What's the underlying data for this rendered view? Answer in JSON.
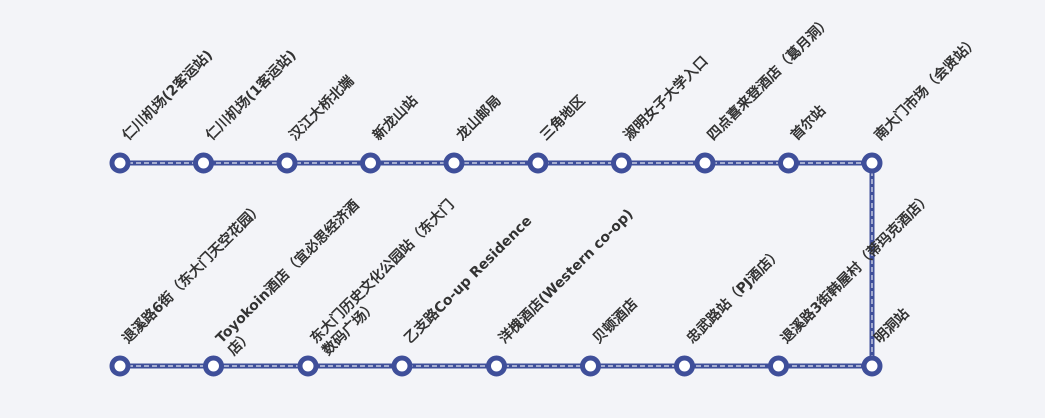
{
  "route": {
    "line_color": "#3f4f9a",
    "label_color": "#333333",
    "background": "#f3f4f8"
  },
  "top_row": [
    {
      "name": [
        "仁川机场(2客运站)"
      ]
    },
    {
      "name": [
        "仁川机场(1客运站)"
      ]
    },
    {
      "name": [
        "汉江大桥北端"
      ]
    },
    {
      "name": [
        "新龙山站"
      ]
    },
    {
      "name": [
        "龙山邮局"
      ]
    },
    {
      "name": [
        "三角地区"
      ]
    },
    {
      "name": [
        "淑明女子大学入口"
      ]
    },
    {
      "name": [
        "四点喜来登酒店（葛月洞）"
      ]
    },
    {
      "name": [
        "首尔站"
      ]
    },
    {
      "name": [
        "南大门市场（会贤站）"
      ]
    }
  ],
  "bottom_row": [
    {
      "name": [
        "退溪路6街（东大门天空花园）"
      ]
    },
    {
      "name": [
        "Toyokoin酒店（宜必思经济酒",
        "店）"
      ]
    },
    {
      "name": [
        "东大门历史文化公园站（东大门",
        "数码广场）"
      ]
    },
    {
      "name": [
        "乙支路Co-up Residence"
      ]
    },
    {
      "name": [
        "洋槐酒店(Western co-op)"
      ]
    },
    {
      "name": [
        "贝顿酒店"
      ]
    },
    {
      "name": [
        "忠武路站（PJ酒店）"
      ]
    },
    {
      "name": [
        "退溪路3街韩屋村（蒂玛克酒店）"
      ]
    },
    {
      "name": [
        "明洞站"
      ]
    }
  ]
}
